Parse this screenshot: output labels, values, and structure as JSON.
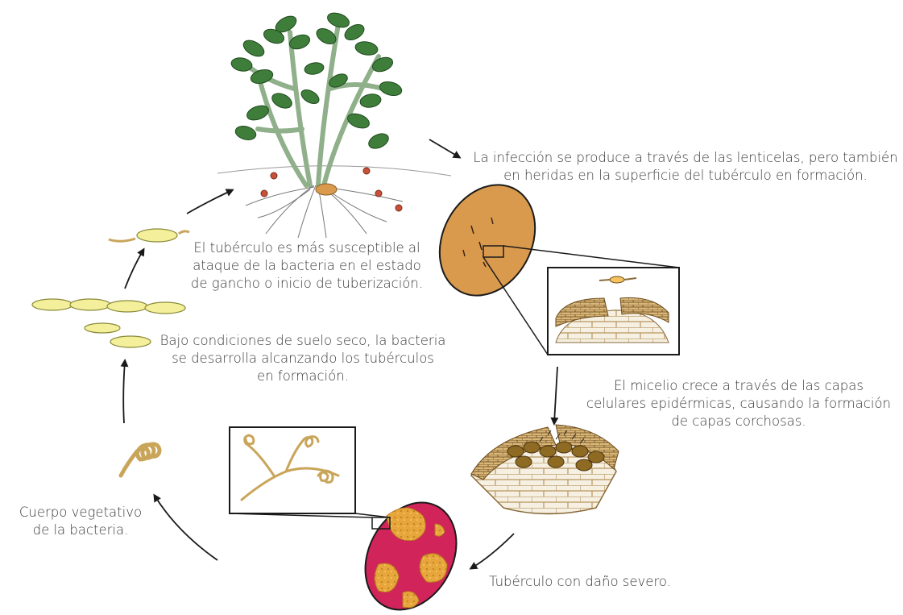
{
  "diagram": {
    "labels": {
      "infection": [
        "La infección se produce a través de las lenticelas, pero también",
        "en heridas en la superficie del tubérculo en formación."
      ],
      "susceptible": [
        "El tubérculo es más susceptible al",
        "ataque de la bacteria en el estado",
        "de gancho o inicio de tuberización."
      ],
      "dry_soil": [
        "Bajo condiciones de suelo seco, la bacteria",
        "se desarrolla alcanzando los tubérculos",
        "en formación."
      ],
      "mycelium": [
        "El micelio crece a través de las capas",
        "celulares epidérmicas, causando la formación",
        "de capas corchosas."
      ],
      "vegetative": [
        "Cuerpo vegetativo",
        "de la bacteria."
      ],
      "severe": [
        "Tubérculo con daño severo."
      ]
    },
    "colors": {
      "leaf": "#3f7d3a",
      "stem": "#8fb08a",
      "tuber": "#d99a4e",
      "cell_wall": "#b89560",
      "bacteria": "#f4ef9a",
      "infected_base": "#d0245a",
      "infected_patch": "#e6a63b",
      "arrow": "#1a1a1a"
    }
  }
}
